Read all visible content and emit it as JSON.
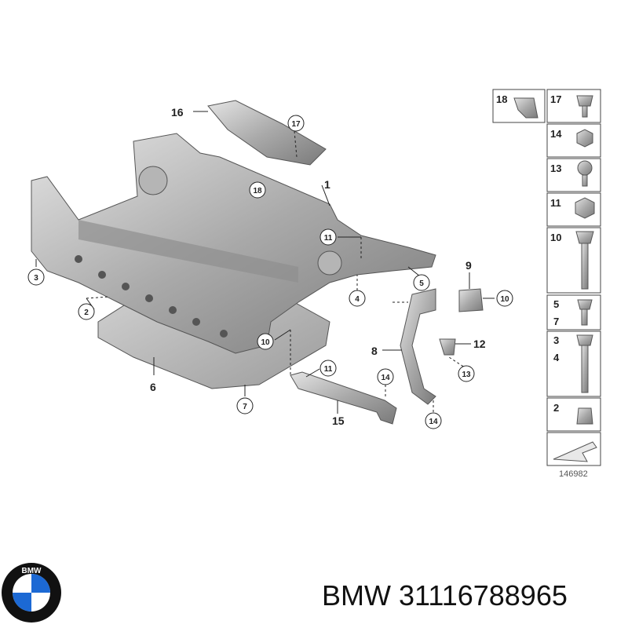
{
  "diagram": {
    "callouts": [
      "1",
      "2",
      "3",
      "4",
      "5",
      "6",
      "7",
      "8",
      "9",
      "10",
      "11",
      "12",
      "13",
      "14",
      "15",
      "16",
      "17",
      "18"
    ],
    "drawing_number": "146982"
  },
  "legend": {
    "rows": [
      {
        "numbers": [
          "18",
          "17"
        ]
      },
      {
        "numbers": [
          "14"
        ]
      },
      {
        "numbers": [
          "13"
        ]
      },
      {
        "numbers": [
          "11"
        ]
      },
      {
        "numbers": [
          "10"
        ]
      },
      {
        "numbers": [
          "5",
          "7"
        ]
      },
      {
        "numbers": [
          "3",
          "4"
        ]
      },
      {
        "numbers": [
          "2"
        ]
      }
    ]
  },
  "footer": {
    "brand": "BMW",
    "part_number": "31116788965",
    "caption": "BMW 31116788965",
    "logo_letters": "BMW"
  }
}
